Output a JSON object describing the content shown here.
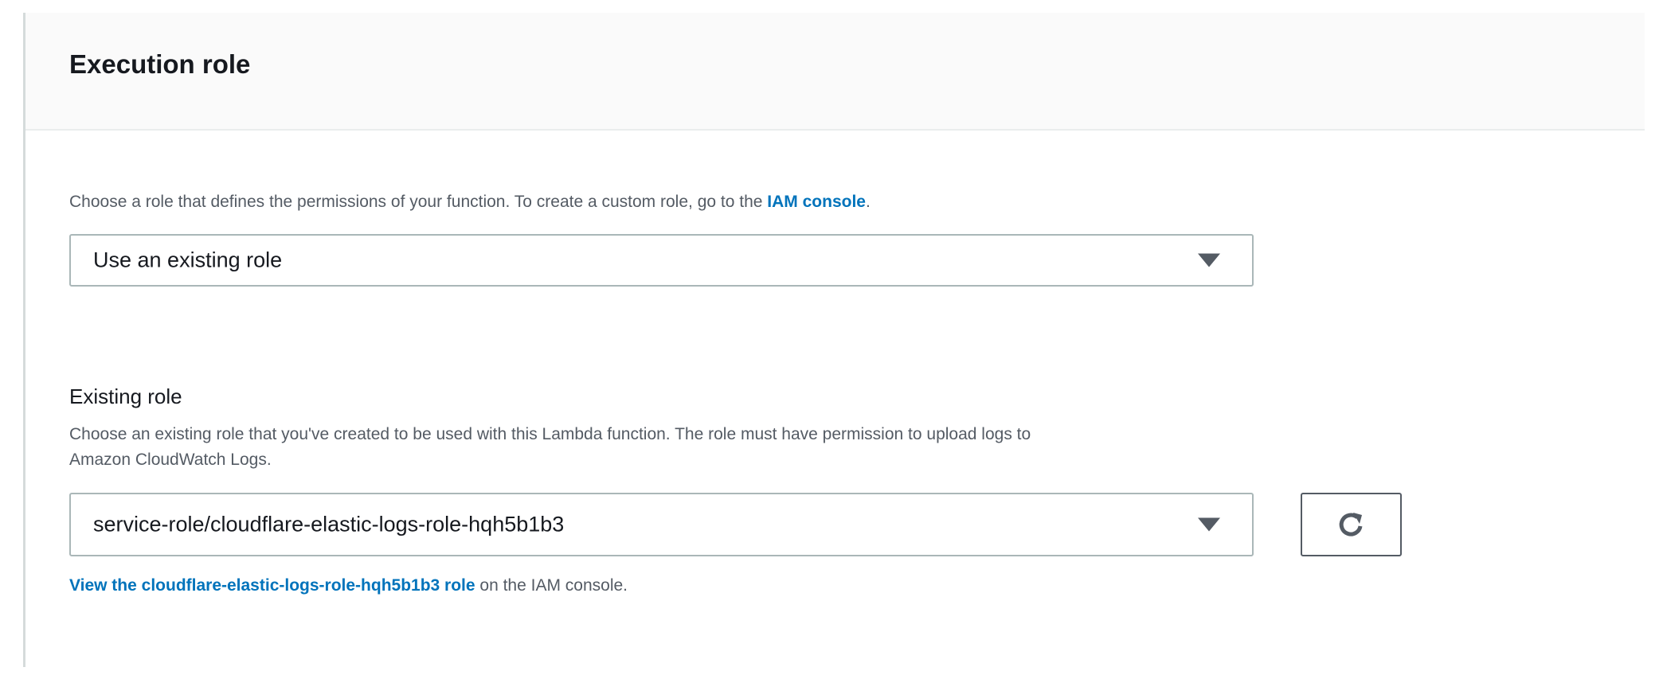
{
  "section": {
    "title": "Execution role",
    "description_prefix": "Choose a role that defines the permissions of your function. To create a custom role, go to the ",
    "description_link": "IAM console",
    "description_suffix": ".",
    "role_select": {
      "value": "Use an existing role",
      "icon": "caret-down-icon"
    },
    "existing_role": {
      "label": "Existing role",
      "description_line1": "Choose an existing role that you've created to be used with this Lambda function. The role must have permission to upload logs to",
      "description_line2": "Amazon CloudWatch Logs.",
      "select_value": "service-role/cloudflare-elastic-logs-role-hqh5b1b3",
      "refresh_icon": "refresh-icon",
      "view_link": "View the cloudflare-elastic-logs-role-hqh5b1b3 role",
      "view_suffix": " on the IAM console."
    }
  },
  "colors": {
    "link": "#0073bb",
    "header_bg": "#fafafa",
    "text_secondary": "#545b64"
  }
}
